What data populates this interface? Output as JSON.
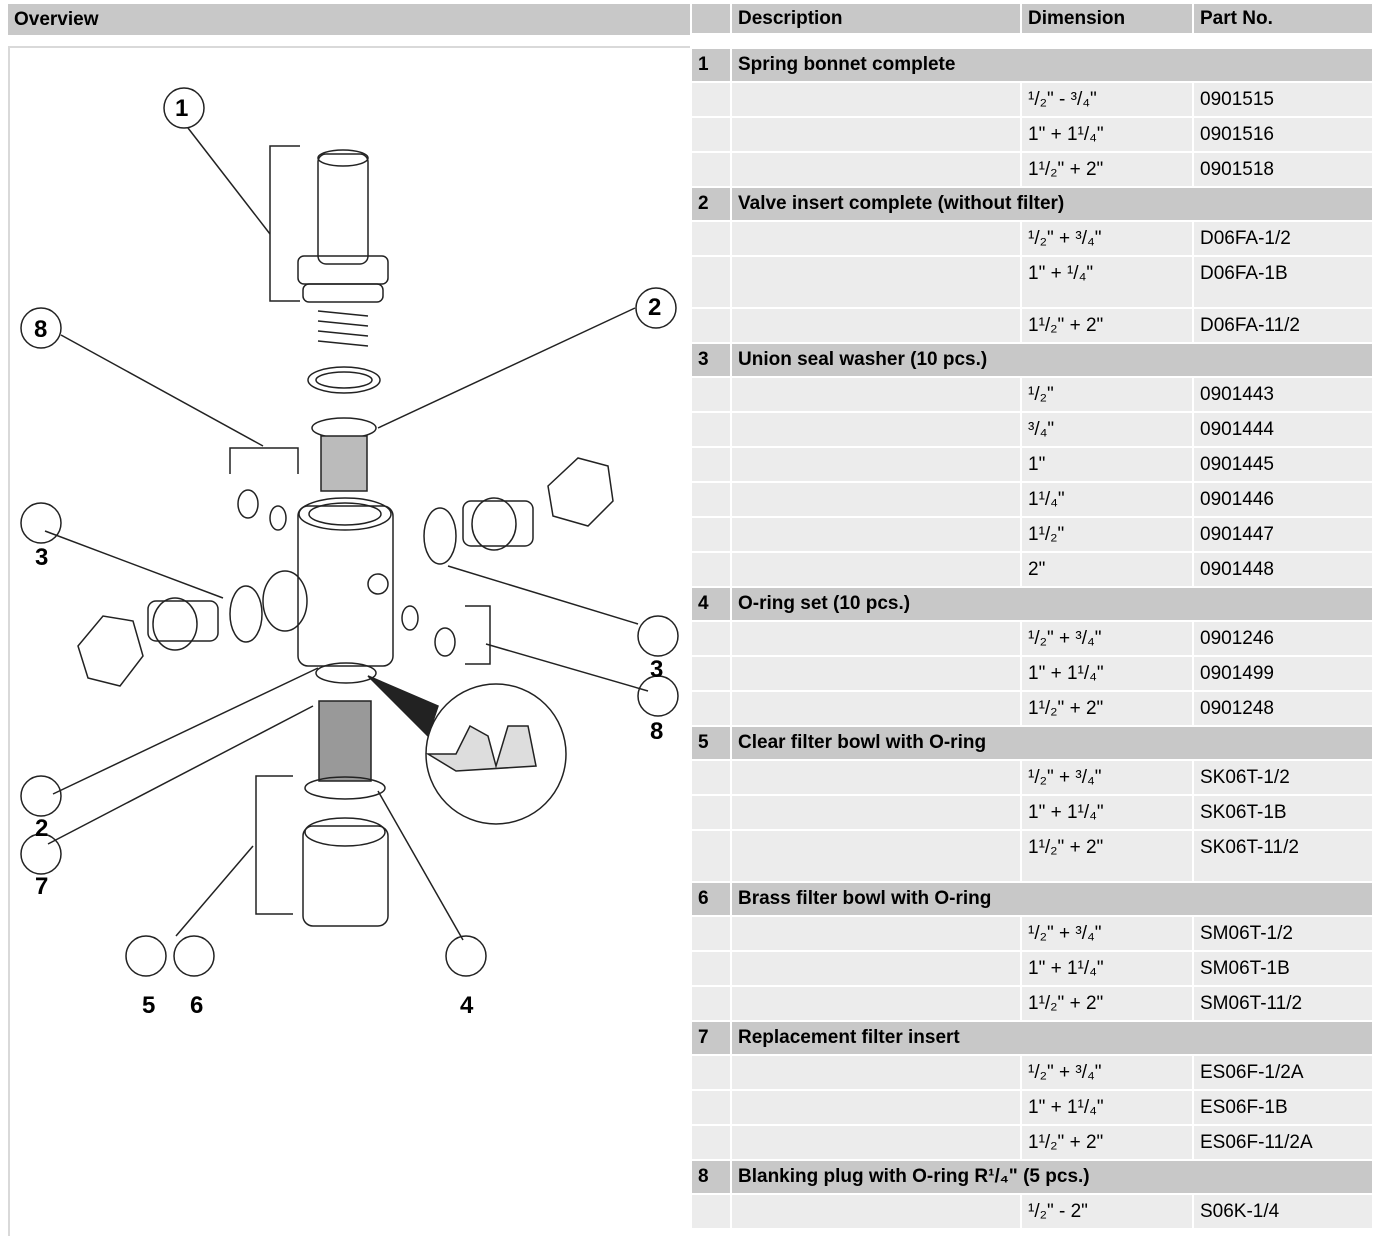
{
  "overview": {
    "title": "Overview",
    "callouts": [
      "1",
      "2",
      "8",
      "3",
      "3",
      "8",
      "2",
      "7",
      "5",
      "6",
      "4"
    ]
  },
  "table": {
    "headers": [
      "",
      "Description",
      "Dimension",
      "Part No."
    ],
    "groups": [
      {
        "num": "1",
        "title": "Spring bonnet complete",
        "rows": [
          {
            "dim": "¹/₂\" - ³/₄\"",
            "part": "0901515"
          },
          {
            "dim": "1\" + 1¹/₄\"",
            "part": "0901516"
          },
          {
            "dim": "1¹/₂\" + 2\"",
            "part": "0901518"
          }
        ]
      },
      {
        "num": "2",
        "title": "Valve insert complete (without filter)",
        "rows": [
          {
            "dim": "¹/₂\" + ³/₄\"",
            "part": "D06FA-1/2"
          },
          {
            "dim": "1\" + ¹/₄\"",
            "part": "D06FA-1B"
          },
          {
            "dim": "1¹/₂\" + 2\"",
            "part": "D06FA-11/2"
          }
        ]
      },
      {
        "num": "3",
        "title": "Union seal washer (10 pcs.)",
        "rows": [
          {
            "dim": "¹/₂\"",
            "part": "0901443"
          },
          {
            "dim": " ³/₄\"",
            "part": "0901444"
          },
          {
            "dim": "1\"",
            "part": "0901445"
          },
          {
            "dim": "1¹/₄\"",
            "part": "0901446"
          },
          {
            "dim": "1¹/₂\"",
            "part": "0901447"
          },
          {
            "dim": "2\"",
            "part": "0901448"
          }
        ]
      },
      {
        "num": "4",
        "title": "O-ring set (10 pcs.)",
        "rows": [
          {
            "dim": "¹/₂\" + ³/₄\"",
            "part": "0901246"
          },
          {
            "dim": "1\" + 1¹/₄\"",
            "part": "0901499"
          },
          {
            "dim": "1¹/₂\" + 2\"",
            "part": "0901248"
          }
        ]
      },
      {
        "num": "5",
        "title": "Clear filter bowl with O-ring",
        "rows": [
          {
            "dim": "¹/₂\" + ³/₄\"",
            "part": "SK06T-1/2"
          },
          {
            "dim": "1\" + 1¹/₄\"",
            "part": "SK06T-1B"
          },
          {
            "dim": "1¹/₂\" + 2\"",
            "part": "SK06T-11/2"
          }
        ]
      },
      {
        "num": "6",
        "title": "Brass filter bowl with O-ring",
        "rows": [
          {
            "dim": "¹/₂\" + ³/₄\"",
            "part": "SM06T-1/2"
          },
          {
            "dim": "1\" + 1¹/₄\"",
            "part": "SM06T-1B"
          },
          {
            "dim": "1¹/₂\" + 2\"",
            "part": "SM06T-11/2"
          }
        ]
      },
      {
        "num": "7",
        "title": "Replacement filter insert",
        "rows": [
          {
            "dim": "¹/₂\" + ³/₄\"",
            "part": "ES06F-1/2A"
          },
          {
            "dim": "1\" + 1¹/₄\"",
            "part": "ES06F-1B"
          },
          {
            "dim": "1¹/₂\" + 2\"",
            "part": "ES06F-11/2A"
          }
        ]
      },
      {
        "num": "8",
        "title": "Blanking plug with O-ring R¹/₄\" (5 pcs.)",
        "rows": [
          {
            "dim": "¹/₂\" - 2\"",
            "part": "S06K-1/4"
          }
        ]
      }
    ]
  }
}
